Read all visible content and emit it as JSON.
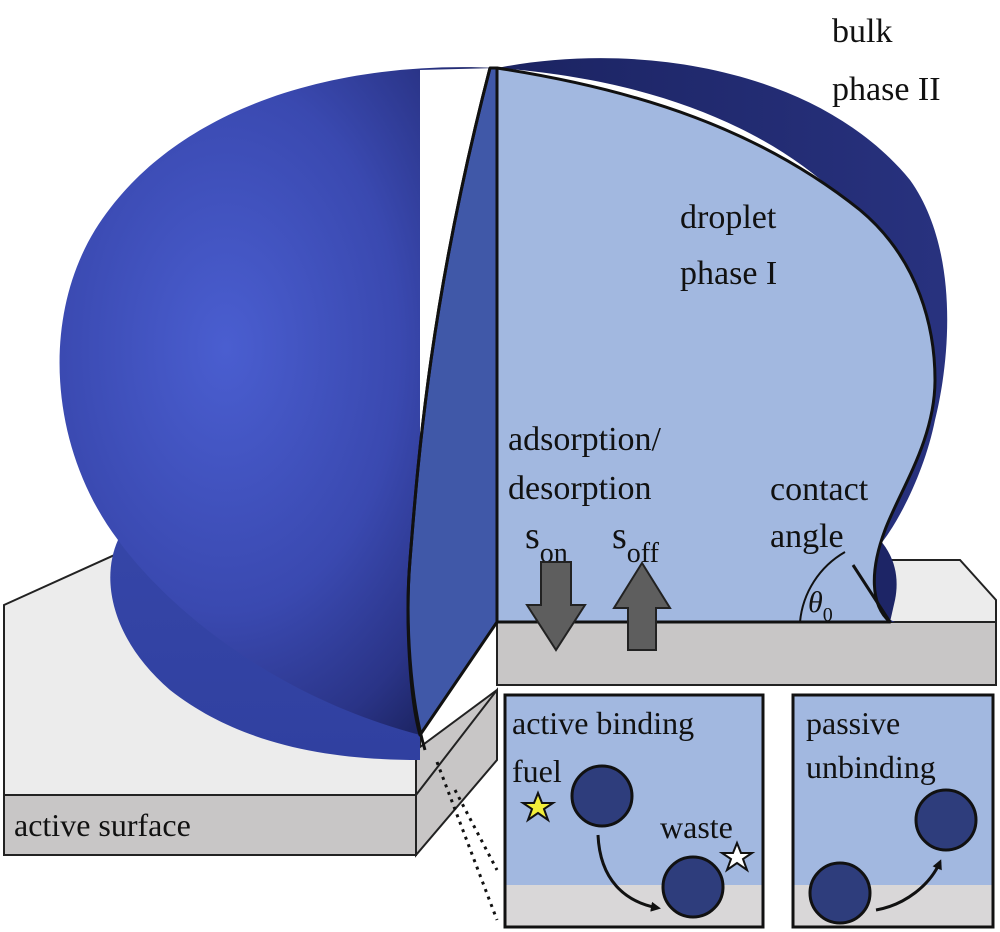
{
  "labels": {
    "bulk_line1": "bulk",
    "bulk_line2": "phase II",
    "droplet_line1": "droplet",
    "droplet_line2": "phase I",
    "adsorption_line1": "adsorption/",
    "adsorption_line2": "desorption",
    "s_on_base": "s",
    "s_on_sub": "on",
    "s_off_base": "s",
    "s_off_sub": "off",
    "contact_line1": "contact",
    "contact_line2": "angle",
    "theta": "θ",
    "theta_sub": "0",
    "active_surface": "active surface",
    "active_binding": "active binding",
    "fuel": "fuel",
    "waste": "waste",
    "passive_line1": "passive",
    "passive_line2": "unbinding"
  },
  "colors": {
    "droplet_dark": "#2f3f9e",
    "droplet_mid": "#3c4db5",
    "droplet_shadow": "#1f2766",
    "cut_face": "#a2b8e0",
    "wedge_face": "#4058a8",
    "surface_top": "#ececec",
    "surface_side": "#c8c6c6",
    "arrow_gray": "#5e5e5e",
    "particle": "#2e3d7c",
    "fuel_star": "#f2ee3a",
    "waste_star": "#ffffff"
  }
}
